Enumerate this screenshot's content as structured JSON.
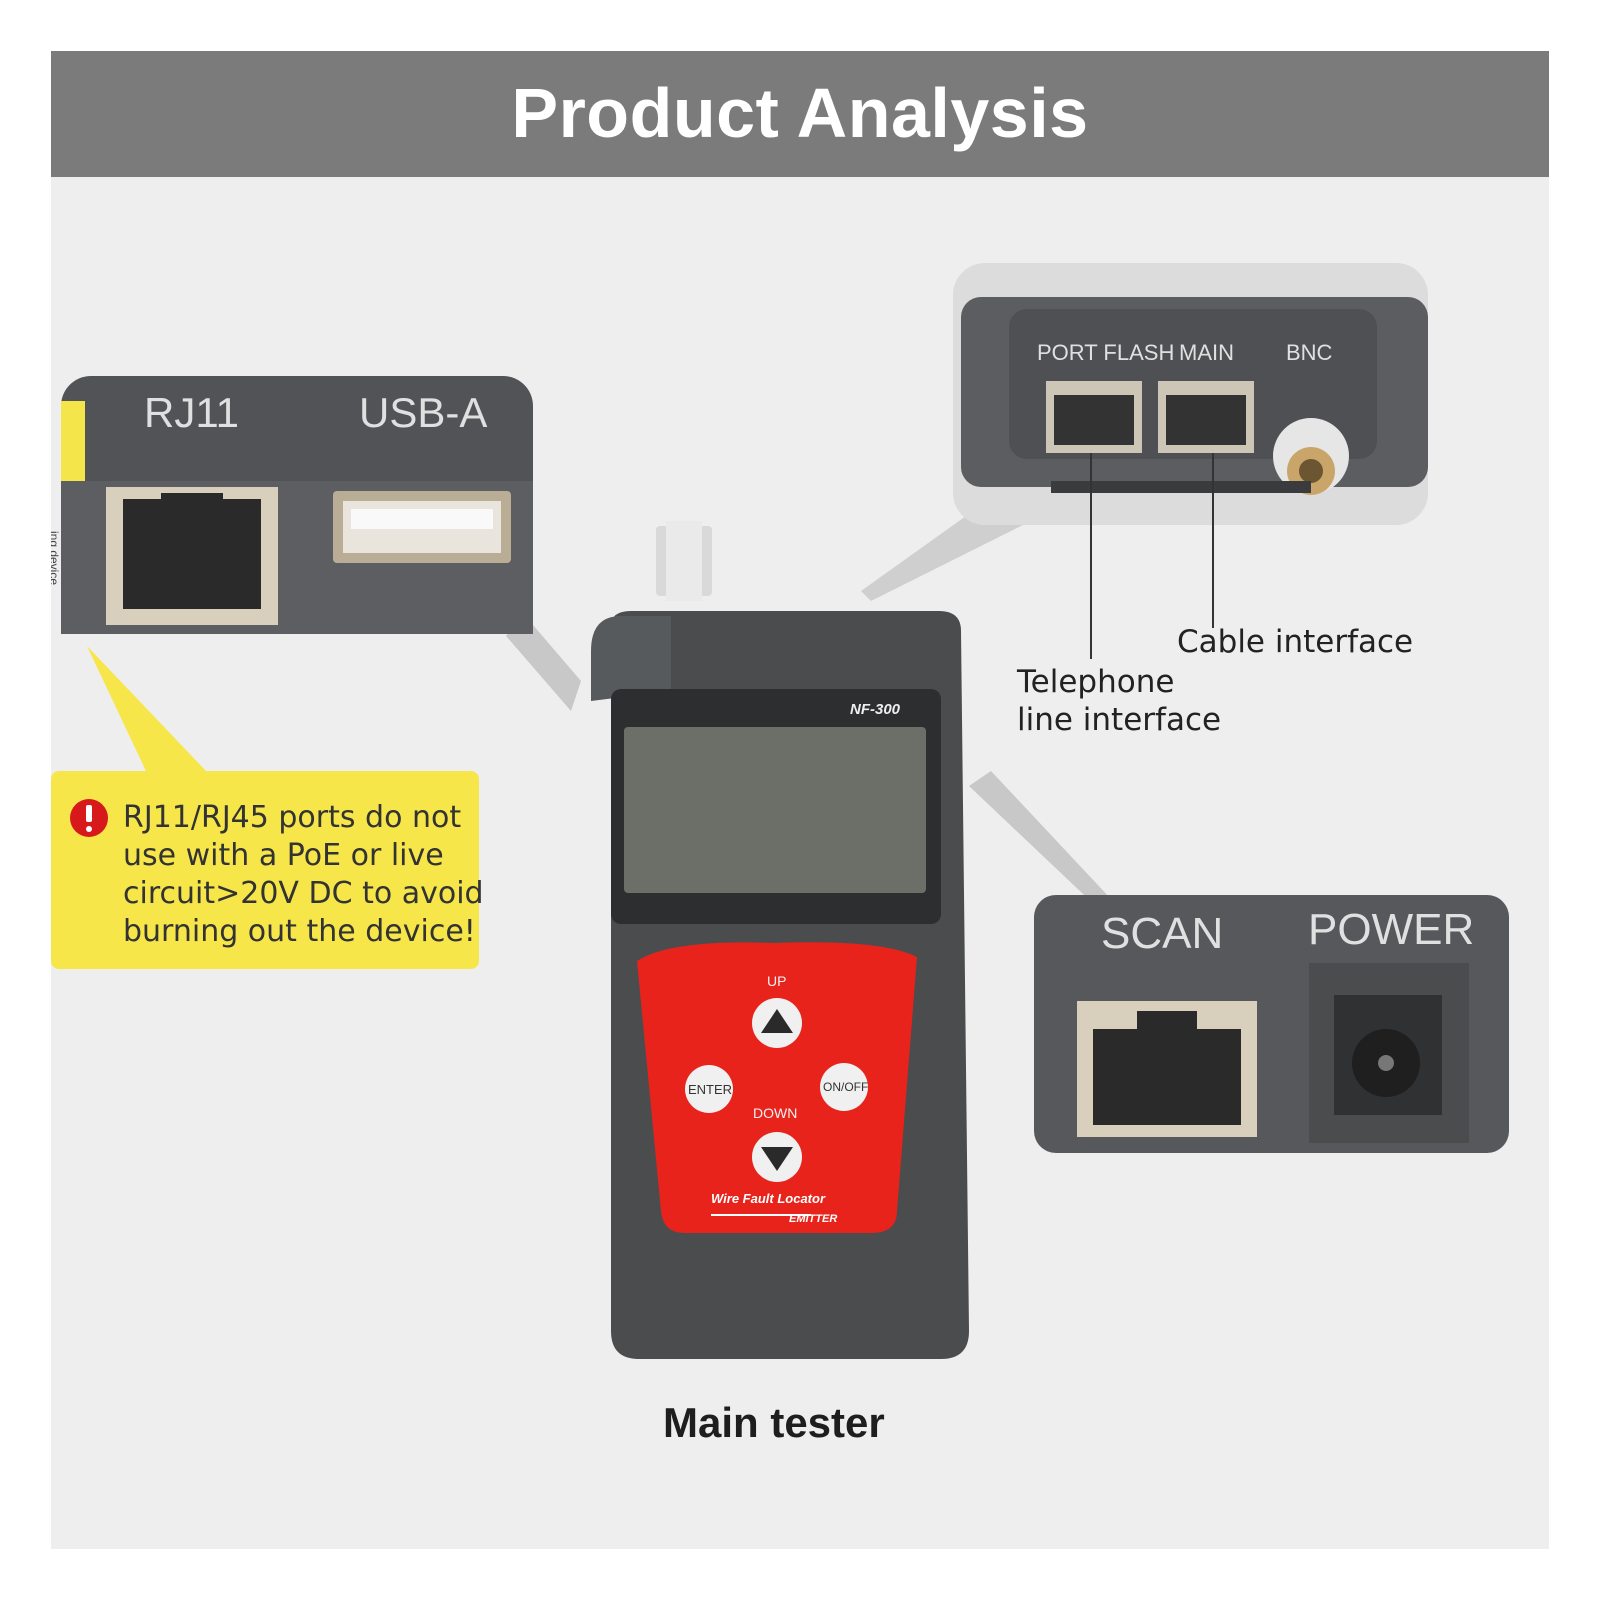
{
  "header": {
    "title": "Product Analysis"
  },
  "inset_left": {
    "port1_label": "RJ11",
    "port2_label": "USB-A",
    "side_text": "ing device"
  },
  "warning": {
    "lines": [
      "RJ11/RJ45 ports do not",
      "use with a PoE or live",
      "circuit>20V DC to avoid",
      "burning out the device!"
    ],
    "icon": "exclamation-icon",
    "color": "#f6e64a"
  },
  "inset_top_right": {
    "label_port_flash": "PORT FLASH",
    "label_main": "MAIN",
    "label_bnc": "BNC"
  },
  "annotations": {
    "cable": "Cable interface",
    "telephone_line1": "Telephone",
    "telephone_line2": "line interface"
  },
  "inset_bottom_right": {
    "label_scan": "SCAN",
    "label_power": "POWER"
  },
  "device": {
    "model": "NF-300",
    "btn_up_label": "UP",
    "btn_down_label": "DOWN",
    "btn_enter_label": "ENTER",
    "btn_onoff_label": "ON/OFF",
    "brand_line1": "Wire Fault Locator",
    "brand_line2": "EMITTER",
    "body_color": "#4b4c4e",
    "keypad_color": "#e8231c",
    "screen_color": "#6b6f68"
  },
  "caption": "Main tester"
}
